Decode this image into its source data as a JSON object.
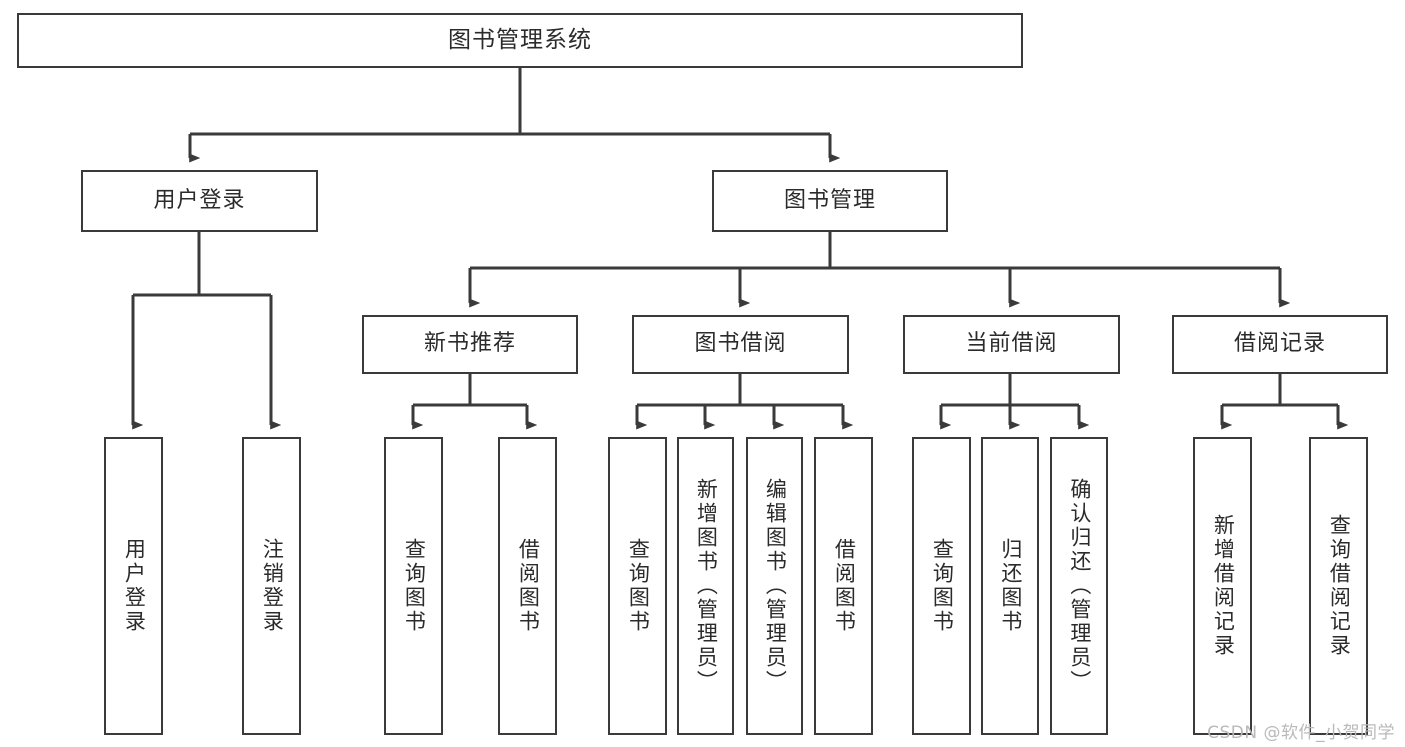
{
  "diagram": {
    "title": "图书管理系统",
    "type": "tree-hierarchy-chart",
    "root": {
      "label": "图书管理系统"
    },
    "level2": [
      {
        "label": "用户登录"
      },
      {
        "label": "图书管理"
      }
    ],
    "level3": [
      {
        "label": "新书推荐"
      },
      {
        "label": "图书借阅"
      },
      {
        "label": "当前借阅"
      },
      {
        "label": "借阅记录"
      }
    ],
    "leaves": {
      "user_login": [
        {
          "label": "用户登录"
        },
        {
          "label": "注销登录"
        }
      ],
      "new_book_recommend": [
        {
          "label": "查询图书"
        },
        {
          "label": "借阅图书"
        }
      ],
      "book_borrow": [
        {
          "label": "查询图书"
        },
        {
          "label": "新增图书（管理员）"
        },
        {
          "label": "编辑图书（管理员）"
        },
        {
          "label": "借阅图书"
        }
      ],
      "current_borrow": [
        {
          "label": "查询图书"
        },
        {
          "label": "归还图书"
        },
        {
          "label": "确认归还（管理员）"
        }
      ],
      "borrow_record": [
        {
          "label": "新增借阅记录"
        },
        {
          "label": "查询借阅记录"
        }
      ]
    }
  },
  "watermark": {
    "text": "CSDN @软件_小贺同学"
  },
  "colors": {
    "box_border": "#3a3a3a",
    "box_fill": "#ffffff",
    "text": "#2b2b2b",
    "connector": "#3a3a3a",
    "watermark": "#b9b9b9",
    "background": "#ffffff"
  }
}
